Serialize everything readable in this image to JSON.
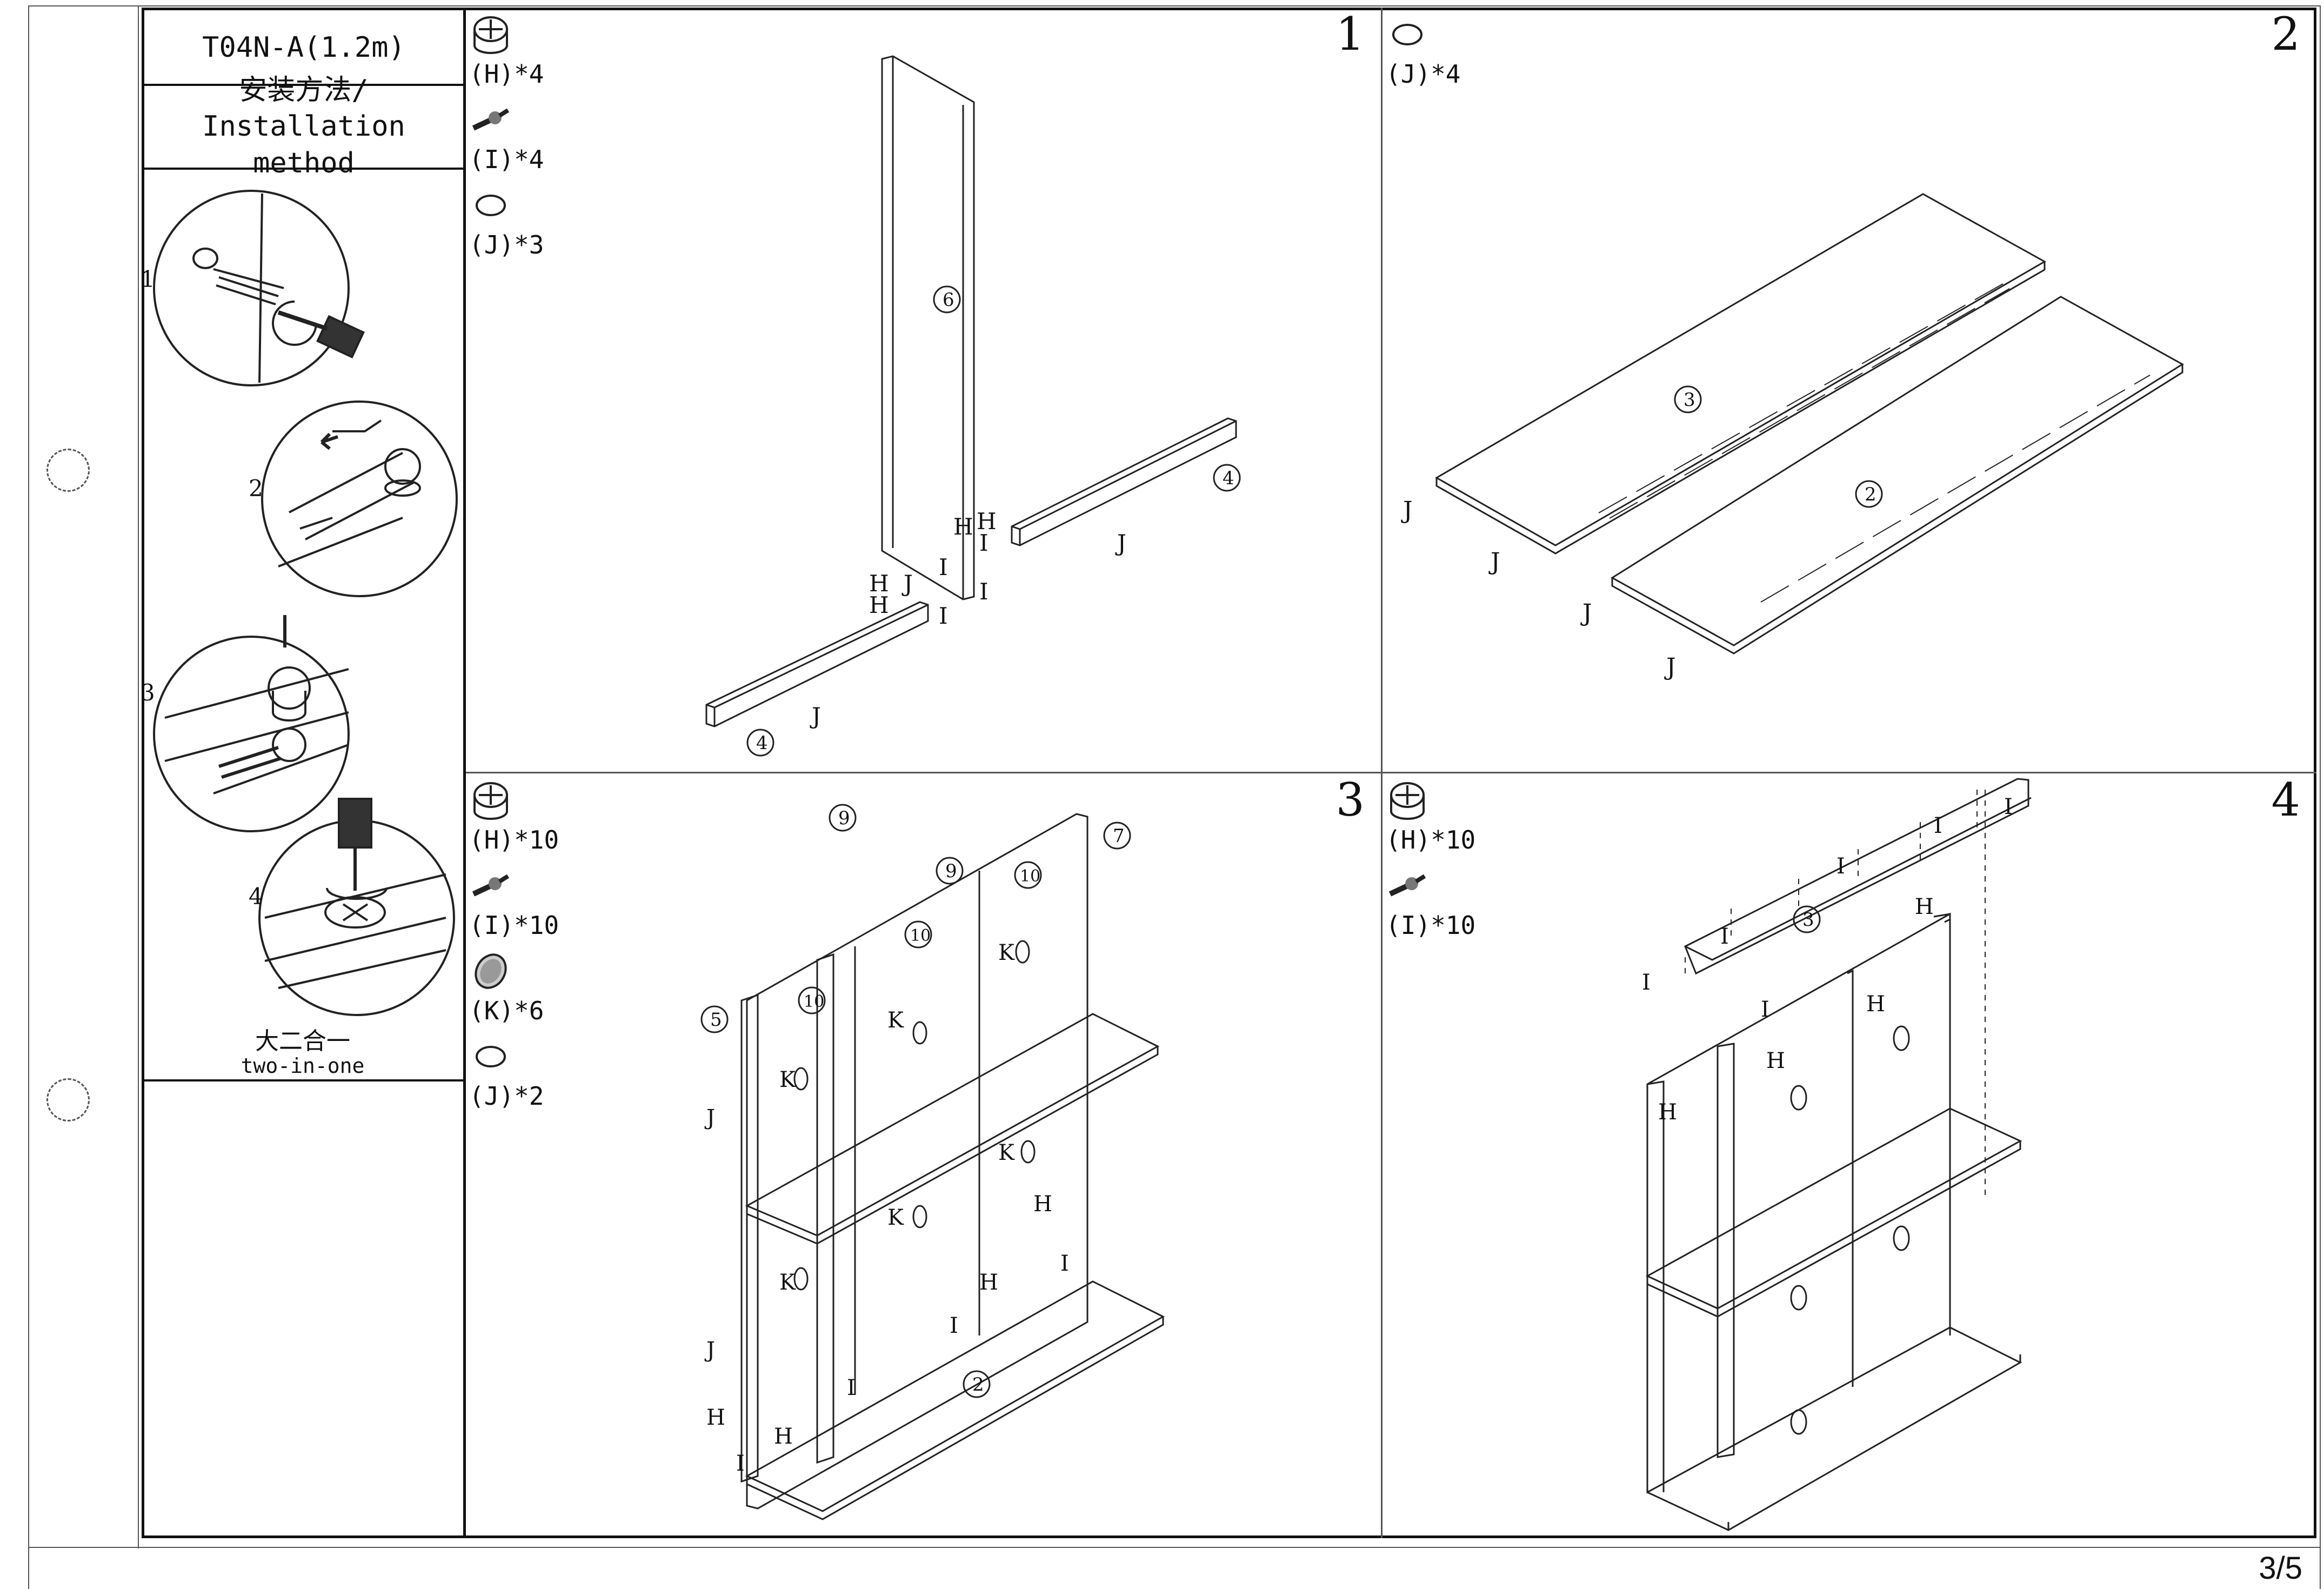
{
  "header": {
    "model": "T04N-A(1.2m)",
    "method_cn": "安装方法/",
    "method_en": "Installation method"
  },
  "method": {
    "steps": [
      "1",
      "2",
      "3",
      "4"
    ],
    "note_cn": "大二合一",
    "note_en": "two-in-one"
  },
  "steps": [
    {
      "number": "1",
      "parts": [
        {
          "icon": "cam-lock-icon",
          "label": "(H)*4"
        },
        {
          "icon": "dowel-bolt-icon",
          "label": "(I)*4"
        },
        {
          "icon": "cover-cap-icon",
          "label": "(J)*3"
        }
      ],
      "callouts": [
        "6",
        "4",
        "4"
      ],
      "letters": [
        "H",
        "H",
        "H",
        "H",
        "I",
        "I",
        "I",
        "I",
        "J",
        "J",
        "J"
      ]
    },
    {
      "number": "2",
      "parts": [
        {
          "icon": "cover-cap-icon",
          "label": "(J)*4"
        }
      ],
      "callouts": [
        "3",
        "2"
      ],
      "letters": [
        "J",
        "J",
        "J",
        "J"
      ]
    },
    {
      "number": "3",
      "parts": [
        {
          "icon": "cam-lock-icon",
          "label": "(H)*10"
        },
        {
          "icon": "dowel-bolt-icon",
          "label": "(I)*10"
        },
        {
          "icon": "mesh-cap-icon",
          "label": "(K)*6"
        },
        {
          "icon": "cover-cap-icon",
          "label": "(J)*2"
        }
      ],
      "callouts": [
        "9",
        "9",
        "7",
        "10",
        "10",
        "10",
        "5",
        "2"
      ],
      "letters": [
        "K",
        "K",
        "K",
        "K",
        "K",
        "K",
        "J",
        "J",
        "H",
        "H",
        "H",
        "H",
        "I",
        "I",
        "I",
        "I"
      ]
    },
    {
      "number": "4",
      "parts": [
        {
          "icon": "cam-lock-icon",
          "label": "(H)*10"
        },
        {
          "icon": "dowel-bolt-icon",
          "label": "(I)*10"
        }
      ],
      "callouts": [
        "3"
      ],
      "letters": [
        "I",
        "I",
        "I",
        "I",
        "I",
        "I",
        "H",
        "H",
        "H",
        "H"
      ]
    }
  ],
  "footer": {
    "page": "3/5"
  }
}
